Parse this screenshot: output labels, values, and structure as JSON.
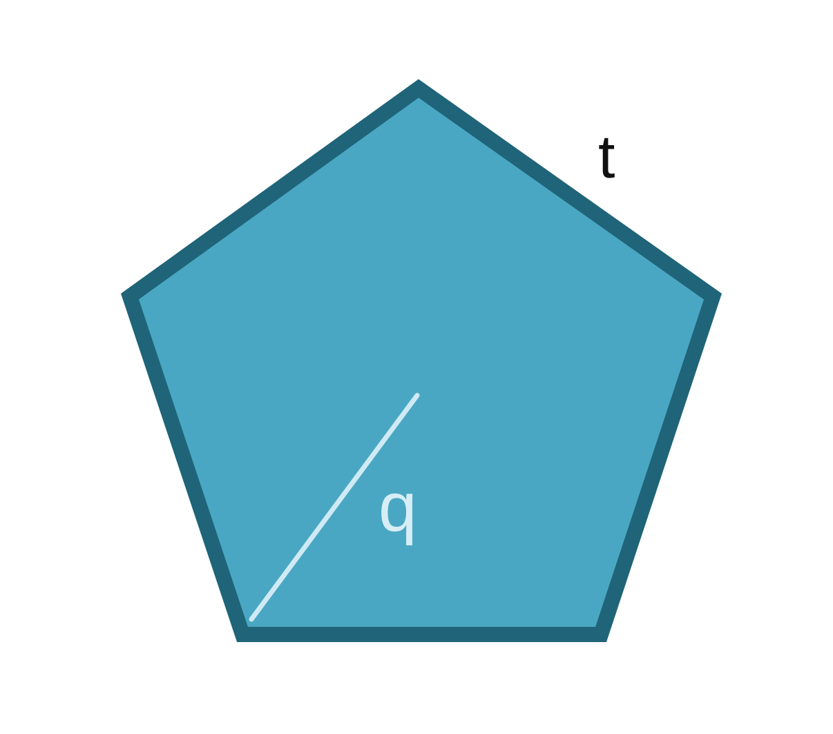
{
  "figure": {
    "shape": "regular pentagon",
    "labels": {
      "side": "t",
      "radius": "q"
    },
    "colors": {
      "fill": "#4aa7c3",
      "stroke": "#1f6478",
      "radius_line": "#cfeaf4",
      "radius_label": "#d7eef6",
      "side_label": "#111111",
      "background": "#ffffff"
    }
  }
}
